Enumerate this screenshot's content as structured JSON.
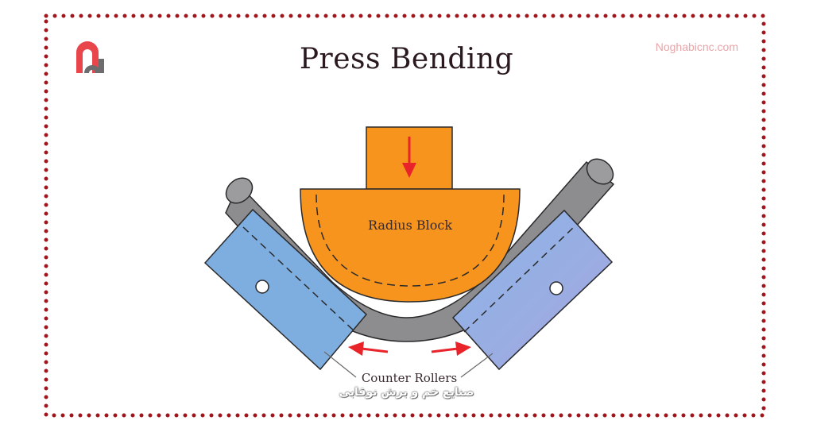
{
  "title": "Press Bending",
  "website": "Noghabicnc.com",
  "labels": {
    "radius_block": "Radius Block",
    "counter_rollers": "Counter Rollers"
  },
  "persian_caption": "صنایع خم و برش نوقابی",
  "colors": {
    "frame_dots": "#a0151c",
    "radius_block": "#f7941d",
    "rollers": "#7eaee0",
    "pipe": "#8d8c8e",
    "arrow": "#e8232a",
    "logo_red": "#e8464b",
    "logo_gray": "#6d6d70"
  },
  "icons": {
    "logo": "noghabi-logo-icon",
    "press_arrow": "down-arrow-icon",
    "roller_arrows": "left-right-arrow-icon"
  }
}
